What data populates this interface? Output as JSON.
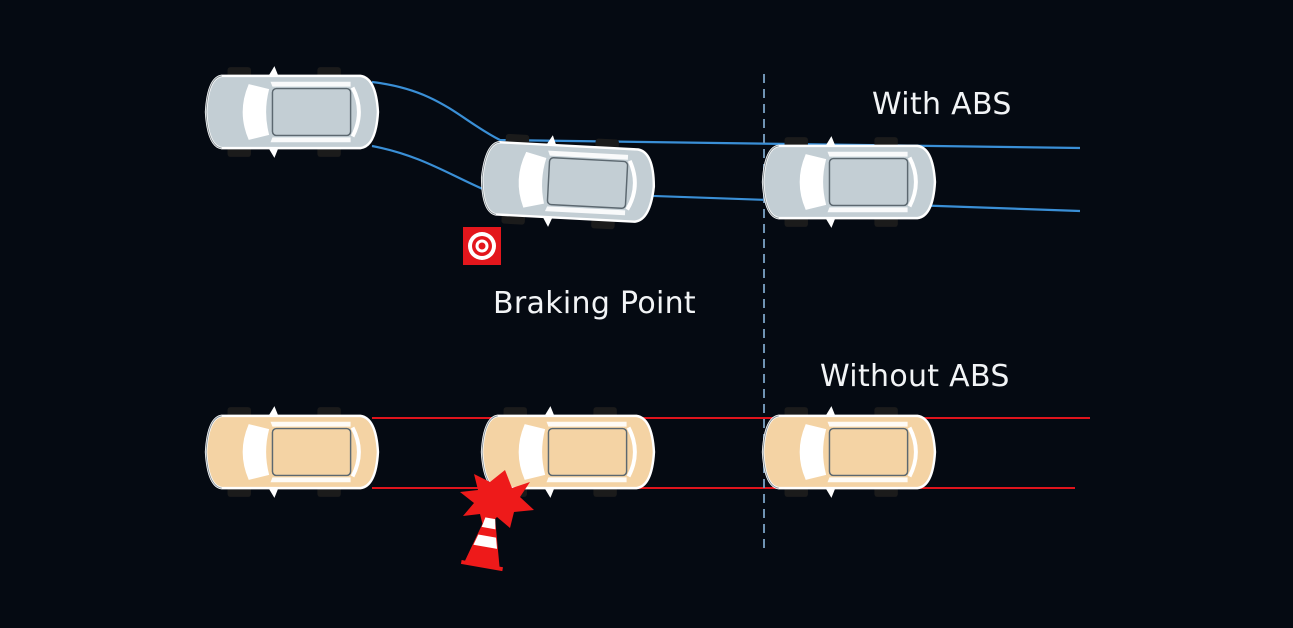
{
  "labels": {
    "with_abs": "With ABS",
    "braking_point": "Braking Point",
    "without_abs": "Without ABS"
  },
  "colors": {
    "background": "#050a12",
    "with_abs_path": "#3a8fd6",
    "without_abs_path": "#e0141c",
    "with_abs_car_body": "#c3ced4",
    "without_abs_car_body": "#f4d3a4",
    "divider": "#6f93b3",
    "braking_marker": "#e3161c",
    "collision_burst": "#ee1a1a"
  },
  "icons": {
    "braking_marker": "target-icon",
    "obstacle": "traffic-cone-icon",
    "impact": "collision-burst-icon"
  }
}
